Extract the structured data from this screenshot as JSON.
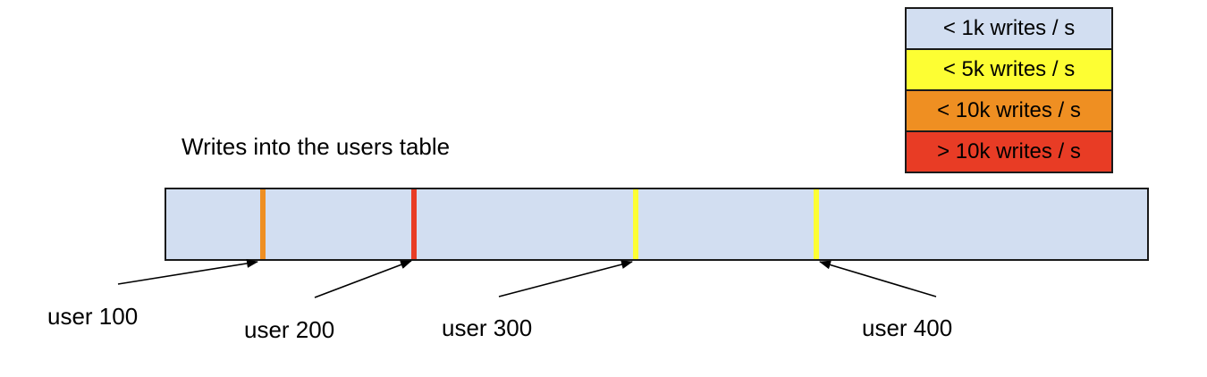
{
  "title": "Writes into the users table",
  "colors": {
    "bar_fill": "#d2def1",
    "outline": "#1a1a1a",
    "yellow": "#fdfe33",
    "orange": "#ef8f22",
    "red": "#e83c25",
    "arrow": "#000000"
  },
  "legend": {
    "items": [
      {
        "label": "< 1k writes / s",
        "color": "#d2def1"
      },
      {
        "label": "< 5k writes / s",
        "color": "#fdfe33"
      },
      {
        "label": "< 10k writes / s",
        "color": "#ef8f22"
      },
      {
        "label": "> 10k writes / s",
        "color": "#e83c25"
      }
    ]
  },
  "bar": {
    "fill": "#d2def1",
    "markers": [
      {
        "user": "user 100",
        "color": "#ef8f22",
        "rate": "< 10k writes / s"
      },
      {
        "user": "user 200",
        "color": "#e83c25",
        "rate": "> 10k writes / s"
      },
      {
        "user": "user 300",
        "color": "#fdfe33",
        "rate": "< 5k writes / s"
      },
      {
        "user": "user 400",
        "color": "#fdfe33",
        "rate": "< 5k writes / s"
      }
    ]
  }
}
